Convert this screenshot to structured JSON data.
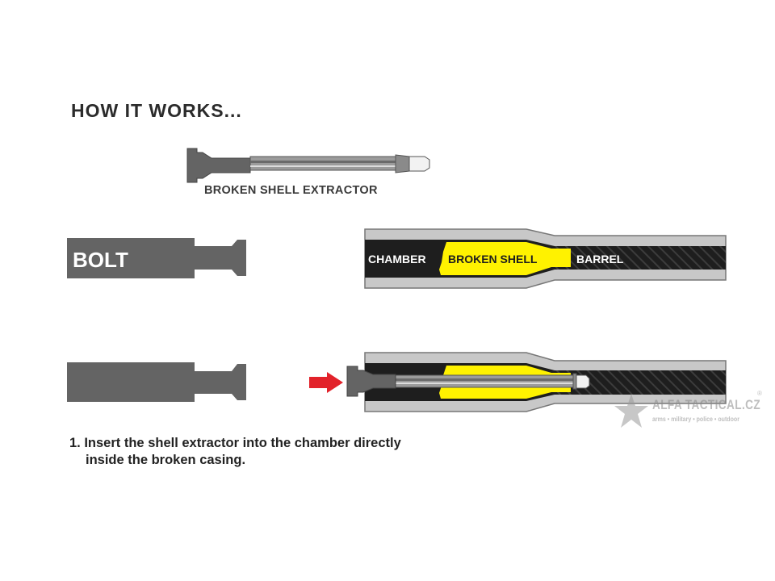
{
  "title": "HOW IT WORKS...",
  "extractor": {
    "label": "BROKEN SHELL EXTRACTOR"
  },
  "bolt": {
    "label": "BOLT"
  },
  "barrel": {
    "chamber_label": "CHAMBER",
    "shell_label": "BROKEN SHELL",
    "barrel_label": "BARREL"
  },
  "instruction": {
    "line1": "1. Insert the shell extractor into the chamber directly",
    "line2": "inside the broken casing."
  },
  "watermark": {
    "name": "ALFA TACTICAL.CZ",
    "tagline": "arms • military • police • outdoor",
    "registered": "®"
  },
  "colors": {
    "dark_gray": "#646464",
    "light_gray": "#c8c8c8",
    "black": "#1e1e1e",
    "shell_yellow": "#fff200",
    "arrow_red": "#e2222a"
  },
  "icons": {
    "arrow": "arrow-right-icon",
    "logo": "star-logo-icon"
  }
}
